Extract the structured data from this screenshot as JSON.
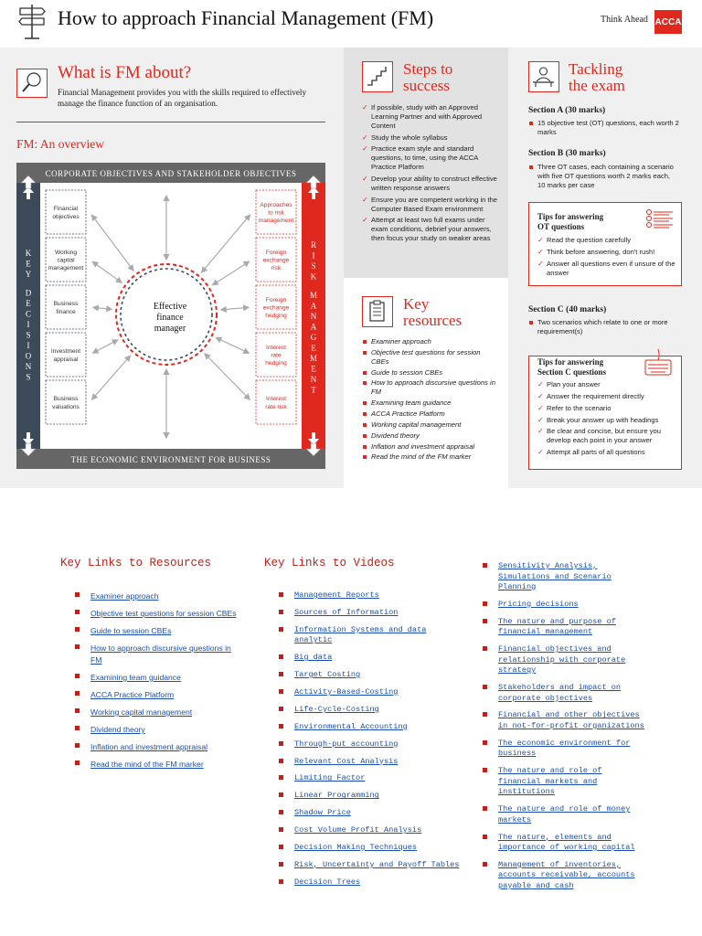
{
  "header": {
    "title": "How to approach Financial Management (FM)",
    "tagline": "Think Ahead",
    "logo_text": "ACCA"
  },
  "fm_about": {
    "title": "What is FM about?",
    "description": "Financial Management provides you with the skills required to effectively manage the finance function of an organisation."
  },
  "overview": {
    "title": "FM: An overview",
    "top_banner": "CORPORATE OBJECTIVES AND STAKEHOLDER OBJECTIVES",
    "bottom_banner": "THE ECONOMIC ENVIRONMENT FOR BUSINESS",
    "left_bar": "KEY DECISIONS",
    "right_bar": "RISK MANAGEMENT",
    "center": "Effective finance manager",
    "left_items": [
      "Financial objectives",
      "Working capital management",
      "Business finance",
      "Investment appraisal",
      "Business valuations"
    ],
    "right_items": [
      "Approaches to risk management",
      "Foreign exchange risk",
      "Foreign exchange hedging",
      "Interest rate hedging",
      "Interest rate risk"
    ]
  },
  "steps": {
    "title_line1": "Steps to",
    "title_line2": "success",
    "items": [
      "If possible, study with an Approved Learning Partner and with Approved Content",
      "Study the whole syllabus",
      "Practice exam style and standard questions, to time, using the ACCA Practice Platform",
      "Develop your ability to construct effective written response answers",
      "Ensure you are competent working in the Computer Based Exam environment",
      "Attempt at least two full exams under exam conditions, debrief your answers, then focus your study on weaker areas"
    ]
  },
  "key_resources": {
    "title_line1": "Key",
    "title_line2": "resources",
    "items": [
      "Examiner approach",
      "Objective test questions for session CBEs",
      "Guide to session CBEs",
      "How to approach discursive questions in FM",
      "Examining team guidance",
      "ACCA Practice Platform",
      "Working capital management",
      "Dividend theory",
      "Inflation and investment appraisal",
      "Read the mind of the FM marker"
    ]
  },
  "exam": {
    "title_line1": "Tackling",
    "title_line2": "the exam",
    "section_a_label": "Section A (30 marks)",
    "section_a_items": [
      "15 objective test (OT) questions, each worth 2 marks"
    ],
    "section_b_label": "Section B (30 marks)",
    "section_b_items": [
      "Three OT cases, each containing a scenario with five OT questions worth 2 marks each, 10 marks per case"
    ],
    "tips_ot_title_line1": "Tips for answering",
    "tips_ot_title_line2": "OT questions",
    "tips_ot_items": [
      "Read the question carefully",
      "Think before answering, don't rush!",
      "Answer all questions even if unsure of the answer"
    ],
    "section_c_label": "Section C (40 marks)",
    "section_c_items": [
      "Two scenarios which relate to one or more requirement(s)"
    ],
    "tips_c_title_line1": "Tips for answering",
    "tips_c_title_line2": "Section C questions",
    "tips_c_items": [
      "Plan your answer",
      "Answer the requirement directly",
      "Refer to the scenario",
      "Break your answer up with headings",
      "Be clear and concise, but ensure you develop each point in your answer",
      "Attempt all parts of all questions"
    ]
  },
  "links": {
    "resources_heading": "Key Links to Resources",
    "videos_heading": "Key Links to Videos",
    "resources": [
      "Examiner approach",
      "Objective test questions for session CBEs",
      "Guide to session CBEs",
      "How to approach discursive questions in FM",
      "Examining team guidance",
      "ACCA Practice Platform",
      "Working capital management",
      "Dividend theory",
      "Inflation and investment appraisal",
      "Read the mind of the FM marker"
    ],
    "videos_col1": [
      "Management Reports",
      "Sources of Information",
      "Information Systems and data analytic",
      "Big data",
      "Target Costing",
      "Activity-Based-Costing",
      "Life-Cycle-Costing",
      "Environmental Accounting",
      "Through-put accounting",
      "Relevant Cost Analysis",
      "Limiting Factor",
      "Linear Programming",
      "Shadow Price",
      "Cost Volume Profit Analysis",
      "Decision Making Techniques",
      "Risk, Uncertainty and Payoff Tables",
      "Decision Trees"
    ],
    "videos_col2": [
      "Sensitivity Analysis, Simulations and Scenario Planning",
      "Pricing decisions",
      "The nature and purpose of financial management",
      "Financial objectives and relationship with corporate strategy",
      "Stakeholders and impact on corporate objectives",
      "Financial and other objectives in not-for-profit organizations",
      "The economic environment for business",
      " The nature and role of financial markets and institutions",
      "The nature and role of money markets",
      "The nature, elements and importance of working capital",
      "Management of inventories, accounts receivable, accounts payable and cash"
    ]
  },
  "colors": {
    "accent": "#e0281e",
    "dark_bar": "#3d4a5a",
    "banner": "#666666",
    "link": "#1a4fb0"
  }
}
